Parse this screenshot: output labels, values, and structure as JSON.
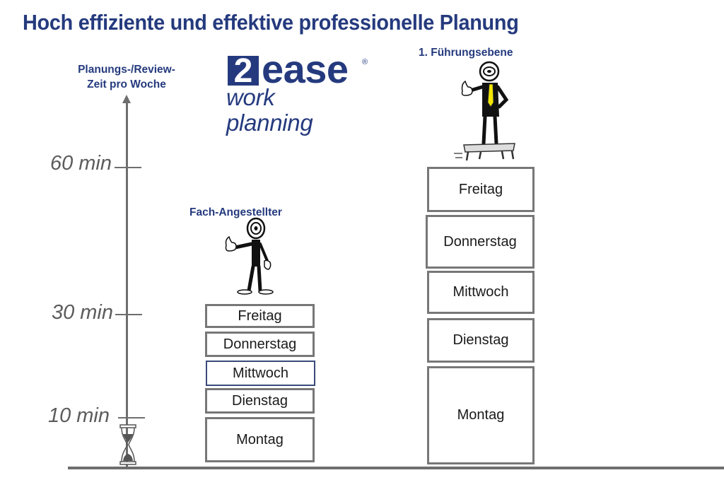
{
  "title": "Hoch effiziente und effektive professionelle Planung",
  "axis": {
    "label_line1": "Planungs-/Review-",
    "label_line2": "Zeit pro Woche",
    "ticks": [
      {
        "label": "60 min",
        "value": 60
      },
      {
        "label": "30 min",
        "value": 30
      },
      {
        "label": "10 min",
        "value": 10
      }
    ],
    "icon": "hourglass-icon"
  },
  "logo": {
    "mark": "2",
    "name": "ease",
    "registered": "®",
    "tagline": "work planning"
  },
  "colors": {
    "brand_navy": "#253a7e",
    "axis_gray": "#6e6e6e",
    "tie_yellow": "#f2e600"
  },
  "stacks": [
    {
      "role": "Fach-Angestellter",
      "figure": "thumbs-up-stick-figure",
      "total_minutes": 30,
      "days": [
        "Freitag",
        "Donnerstag",
        "Mittwoch",
        "Dienstag",
        "Montag"
      ]
    },
    {
      "role": "1. Führungsebene",
      "figure": "manager-on-stool-with-yellow-tie",
      "total_minutes": 60,
      "days": [
        "Freitag",
        "Donnerstag",
        "Mittwoch",
        "Dienstag",
        "Montag"
      ]
    }
  ],
  "chart_data": {
    "type": "bar",
    "title": "Hoch effiziente und effektive professionelle Planung",
    "ylabel": "Planungs-/Review-Zeit pro Woche",
    "yticks": [
      "10 min",
      "30 min",
      "60 min"
    ],
    "categories": [
      "Fach-Angestellter",
      "1. Führungsebene"
    ],
    "series": [
      {
        "name": "Montag",
        "values": [
          10,
          20
        ]
      },
      {
        "name": "Dienstag",
        "values": [
          5,
          10
        ]
      },
      {
        "name": "Mittwoch",
        "values": [
          5,
          10
        ]
      },
      {
        "name": "Donnerstag",
        "values": [
          5,
          10
        ]
      },
      {
        "name": "Freitag",
        "values": [
          5,
          10
        ]
      }
    ],
    "totals": [
      30,
      60
    ],
    "stacked": true
  }
}
